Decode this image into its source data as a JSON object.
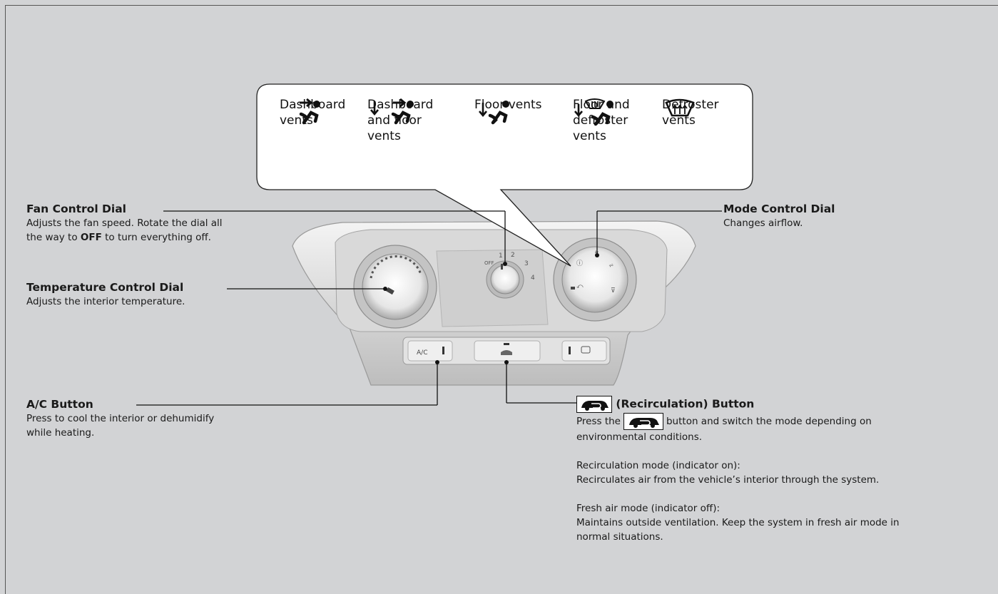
{
  "callout": {
    "vents": [
      {
        "label": "Dashboard\nvents",
        "icon": "dashboard-vents-icon"
      },
      {
        "label": "Dashboard\nand floor\nvents",
        "icon": "dashboard-floor-vents-icon"
      },
      {
        "label": "Floor vents",
        "icon": "floor-vents-icon"
      },
      {
        "label": "Floor and\ndefroster\nvents",
        "icon": "floor-defroster-vents-icon"
      },
      {
        "label": "Defroster\nvents",
        "icon": "defroster-vents-icon"
      }
    ]
  },
  "fan": {
    "title": "Fan Control Dial",
    "desc1": "Adjusts the fan speed. Rotate the dial all",
    "desc2_pre": "the way to ",
    "desc2_bold": "OFF",
    "desc2_post": " to turn everything off."
  },
  "temperature": {
    "title": "Temperature Control Dial",
    "desc": "Adjusts the interior temperature."
  },
  "ac": {
    "title": "A/C Button",
    "desc1": "Press to cool the interior or dehumidify",
    "desc2": "while heating."
  },
  "mode": {
    "title": "Mode Control Dial",
    "desc": "Changes airflow."
  },
  "recirc": {
    "title": "(Recirculation) Button",
    "desc_pre": "Press the",
    "desc_post": "button and switch the mode depending on",
    "desc2": "environmental conditions.",
    "mode_on_title": "Recirculation mode (indicator on):",
    "mode_on_desc": "Recirculates air from the vehicle’s interior through the system.",
    "mode_off_title": "Fresh air mode (indicator off):",
    "mode_off_desc1": "Maintains outside ventilation. Keep the system in fresh air mode in",
    "mode_off_desc2": "normal situations."
  },
  "panel": {
    "fan_marks": [
      "OFF",
      "1",
      "2",
      "3",
      "4"
    ],
    "ac_button_label": "A/C"
  }
}
